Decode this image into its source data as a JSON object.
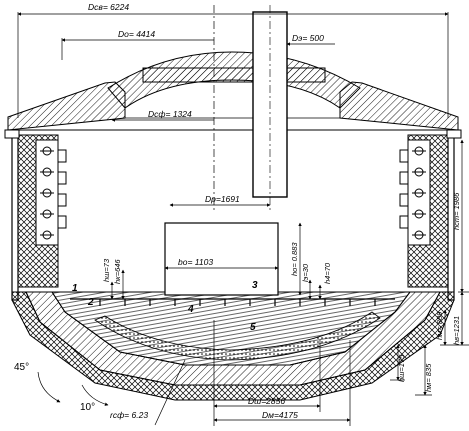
{
  "dimensions": {
    "d_sv": "Dсв= 6224",
    "d_o": "Do= 4414",
    "d_e": "Dэ= 500",
    "d_sf": "Dсф= 1324",
    "d_p": "Dp=1691",
    "b_o": "bo= 1103",
    "h_o": "ho= 0.883",
    "h_sh": "hш=73",
    "h_k": "hк=646",
    "l_e": "lэ=30",
    "h_4": "h4=70",
    "h_st": "hст= 1986",
    "h_v": "hв=1231",
    "h_m_top": "hм= 889",
    "h_sh2": "hш=175",
    "h_m": "hм= 835",
    "d_sh": "Dш=2856",
    "d_m": "Dм=4175",
    "r_sf": "rсф= 6.23",
    "angle_top": "45°",
    "angle_bottom": "10°"
  },
  "zones": [
    "1",
    "2",
    "3",
    "4",
    "5"
  ]
}
